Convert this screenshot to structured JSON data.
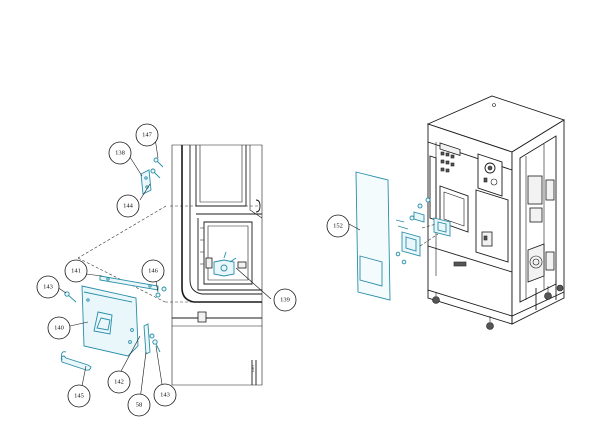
{
  "callouts": {
    "c138": "138",
    "c147": "147",
    "c144": "144",
    "c141": "141",
    "c146": "146",
    "c139": "139",
    "c143a": "143",
    "c140": "140",
    "c142": "142",
    "c145": "145",
    "c58": "58",
    "c143b": "143",
    "c152": "152"
  },
  "colors": {
    "highlight": "#2a8ea8",
    "line": "#1a1a1a"
  }
}
